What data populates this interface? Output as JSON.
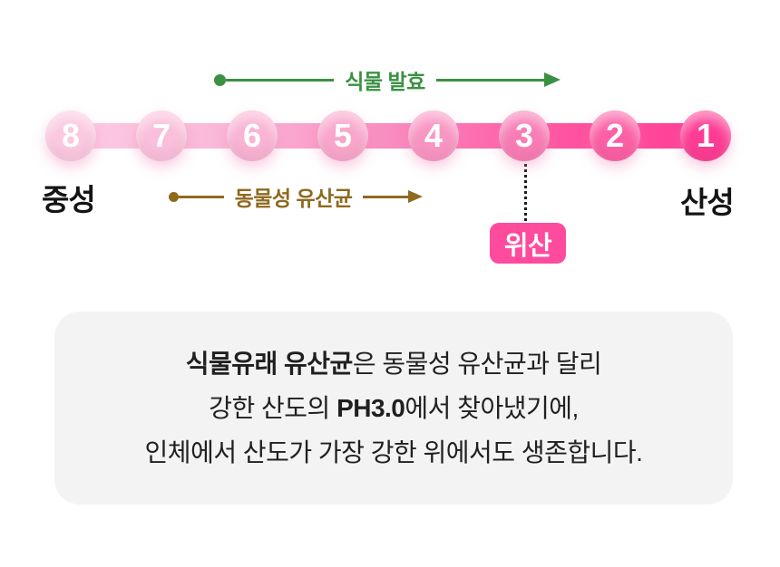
{
  "ph_scale": {
    "top_arrow": {
      "label": "식물 발효",
      "color": "#3a9142"
    },
    "bottom_arrow": {
      "label": "동물성 유산균",
      "color": "#8d6a1e"
    },
    "left_label": "중성",
    "right_label": "산성",
    "circles": [
      {
        "label": "8",
        "color": "#fbc8df"
      },
      {
        "label": "7",
        "color": "#fabfda"
      },
      {
        "label": "6",
        "color": "#f9b3d3"
      },
      {
        "label": "5",
        "color": "#f9a6cb"
      },
      {
        "label": "4",
        "color": "#f995c3"
      },
      {
        "label": "3",
        "color": "#f87cb5"
      },
      {
        "label": "2",
        "color": "#fc5fa5"
      },
      {
        "label": "1",
        "color": "#fe3c94"
      }
    ],
    "bar_gradient": [
      "#fccce3",
      "#fab6d7",
      "#f98cc0",
      "#ff57a2",
      "#ff3e95"
    ],
    "marker": {
      "label": "위산",
      "color": "#ff4b9d",
      "text_color": "#ffffff"
    }
  },
  "info_box": {
    "background": "#f3f3f4",
    "line1_bold": "식물유래 유산균",
    "line1_rest": "은 동물성 유산균과 달리",
    "line2_a": "강한 산도의 ",
    "line2_bold": "PH3.0",
    "line2_b": "에서 찾아냈기에,",
    "line3": "인체에서 산도가 가장 강한 위에서도 생존합니다."
  }
}
